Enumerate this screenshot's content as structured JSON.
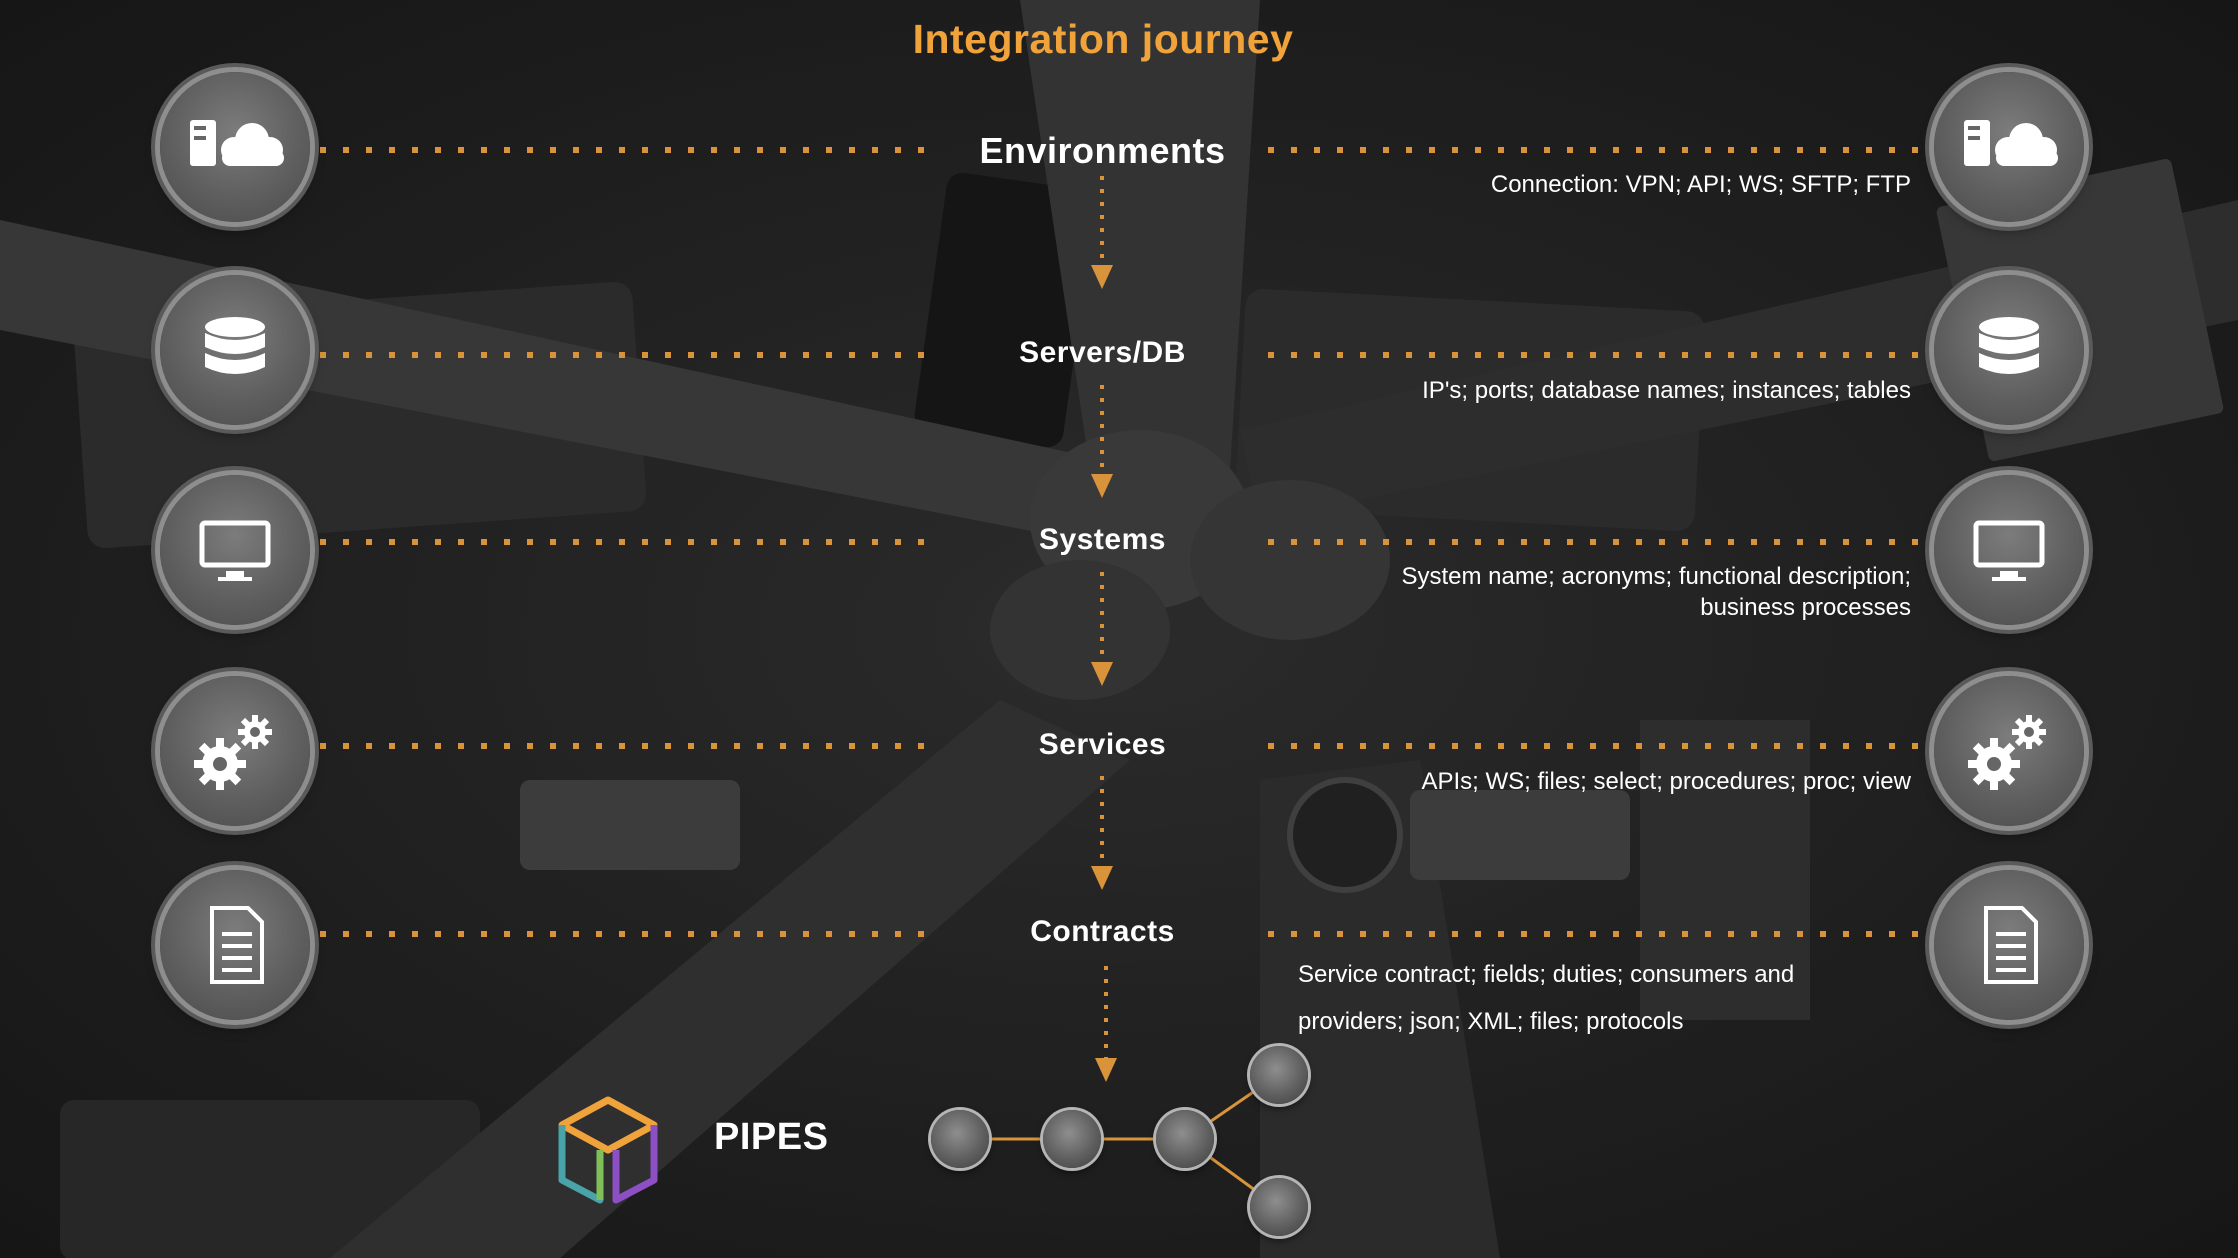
{
  "title": "Integration journey",
  "stages": [
    {
      "label": "Environments",
      "description": [
        "Connection: VPN; API; WS; SFTP; FTP"
      ],
      "icon": "server-cloud-icon"
    },
    {
      "label": "Servers/DB",
      "description": [
        "IP's; ports; database names; instances; tables"
      ],
      "icon": "database-icon"
    },
    {
      "label": "Systems",
      "description": [
        "System name; acronyms; functional description;",
        "business processes"
      ],
      "icon": "monitor-icon"
    },
    {
      "label": "Services",
      "description": [
        "APIs; WS; files; select; procedures; proc; view"
      ],
      "icon": "gears-icon"
    },
    {
      "label": "Contracts",
      "description": [
        "Service contract; fields; duties; consumers and",
        "providers; json; XML; files; protocols"
      ],
      "icon": "document-icon"
    }
  ],
  "brand": {
    "name": "PIPES",
    "icon": "pipes-cube-logo"
  },
  "colors": {
    "accent": "#f0a23b",
    "text": "#ffffff",
    "connector": "#d9933a"
  }
}
